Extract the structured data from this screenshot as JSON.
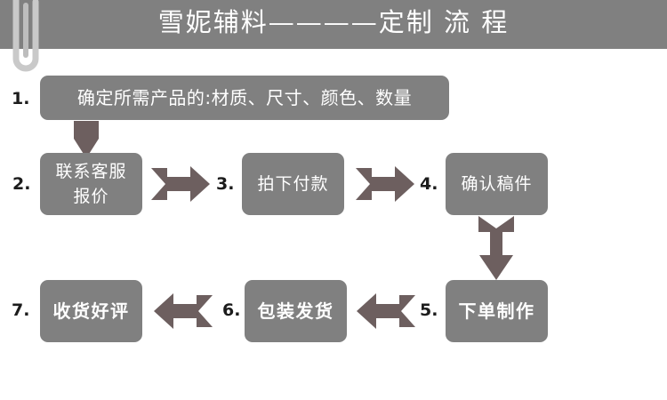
{
  "header": {
    "title": "雪妮辅料————定制 流 程",
    "band_color": "#808080",
    "title_color": "#ffffff",
    "clip_icon": "paperclip-icon"
  },
  "palette": {
    "box_fill": "#808080",
    "arrow_fill": "#6d5f5f",
    "box_text": "#ffffff",
    "number_text": "#1c1c1c",
    "page_background": "#ffffff"
  },
  "steps": [
    {
      "number": "1.",
      "label": "确定所需产品的:材质、尺寸、颜色、数量"
    },
    {
      "number": "2.",
      "label": "联系客服\n报价",
      "line1": "联系客服",
      "line2": "报价"
    },
    {
      "number": "3.",
      "label": "拍下付款"
    },
    {
      "number": "4.",
      "label": "确认稿件"
    },
    {
      "number": "5.",
      "label": "下单制作"
    },
    {
      "number": "6.",
      "label": "包装发货"
    },
    {
      "number": "7.",
      "label": "收货好评"
    }
  ],
  "connectors": [
    {
      "name": "arrow-down-step1-to-step2",
      "direction": "down",
      "style": "short-notched"
    },
    {
      "name": "arrow-right-step2-to-step3",
      "direction": "right",
      "style": "notched-tail"
    },
    {
      "name": "arrow-right-step3-to-step4",
      "direction": "right",
      "style": "notched-tail"
    },
    {
      "name": "arrow-down-step4-to-step5",
      "direction": "down",
      "style": "long-notched"
    },
    {
      "name": "arrow-left-step5-to-step6",
      "direction": "left",
      "style": "notched-tail"
    },
    {
      "name": "arrow-left-step6-to-step7",
      "direction": "left",
      "style": "notched-tail"
    }
  ]
}
